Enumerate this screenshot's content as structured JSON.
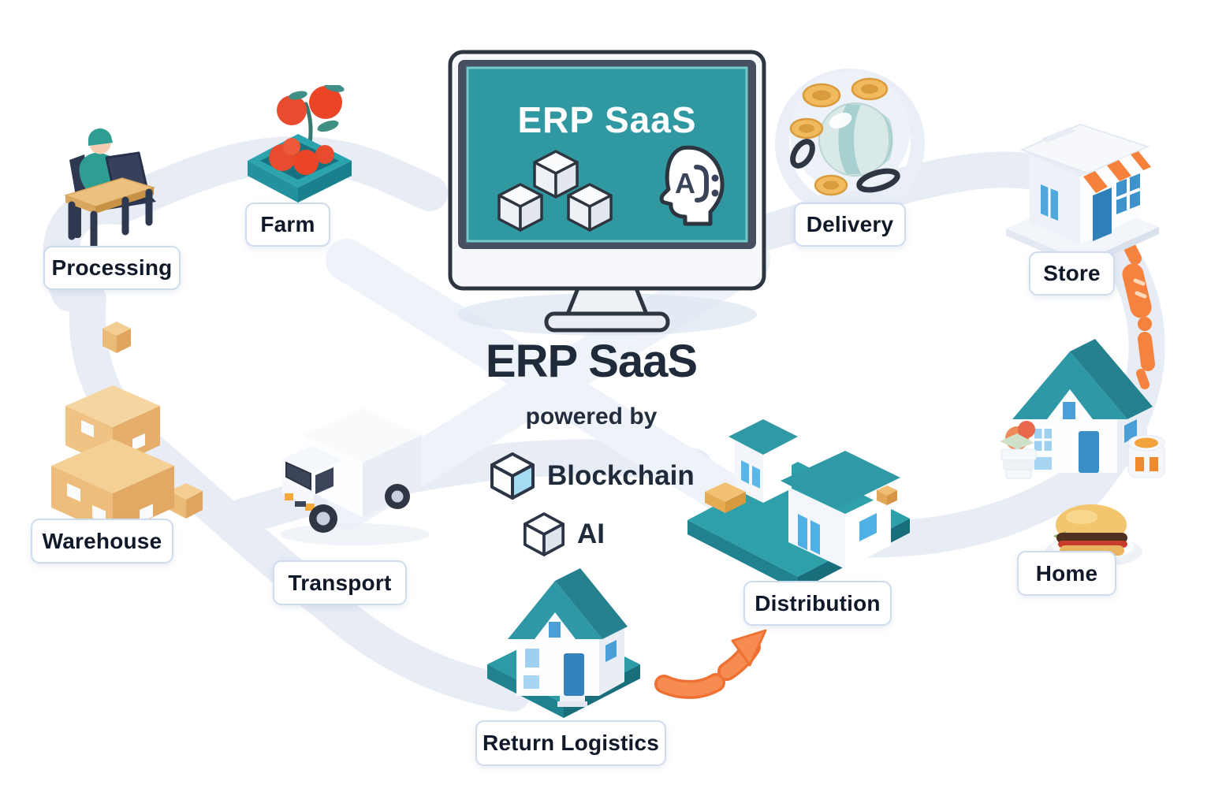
{
  "page": {
    "background": "#ffffff",
    "description": "ERP SaaS supply chain loop diagram"
  },
  "monitor": {
    "screen_title": "ERP SaaS"
  },
  "center": {
    "headline": "ERP SaaS",
    "subtitle": "powered by",
    "features": [
      {
        "icon": "blockchain-cube-icon",
        "label": "Blockchain"
      },
      {
        "icon": "ai-cube-icon",
        "label": "AI"
      }
    ]
  },
  "nodes": [
    {
      "id": "processing",
      "label": "Processing",
      "icon": "worker-at-laptop-desk"
    },
    {
      "id": "farm",
      "label": "Farm",
      "icon": "tomato-crate"
    },
    {
      "id": "delivery",
      "label": "Delivery",
      "icon": "globe-coins"
    },
    {
      "id": "store",
      "label": "Store",
      "icon": "shop-building"
    },
    {
      "id": "warehouse",
      "label": "Warehouse",
      "icon": "stacked-boxes-pallet"
    },
    {
      "id": "transport",
      "label": "Transport",
      "icon": "box-truck"
    },
    {
      "id": "distribution",
      "label": "Distribution",
      "icon": "distribution-center"
    },
    {
      "id": "home",
      "label": "Home",
      "icon": "house-with-burger"
    },
    {
      "id": "return_logistics",
      "label": "Return Logistics",
      "icon": "house-on-platform"
    }
  ],
  "colors": {
    "screen_teal": "#2f98a0",
    "teal": "#2b9ba6",
    "teal_dark": "#1f7f8c",
    "orange_accent": "#f5823e",
    "coin_gold": "#efb85f",
    "box_tan": "#ecc07e",
    "window_blue": "#4aa3dd",
    "outline_ink": "#2d3540",
    "path_gray": "#e7ecf5",
    "label_border": "#cfdcee",
    "text_dark": "#1f2a3a"
  }
}
